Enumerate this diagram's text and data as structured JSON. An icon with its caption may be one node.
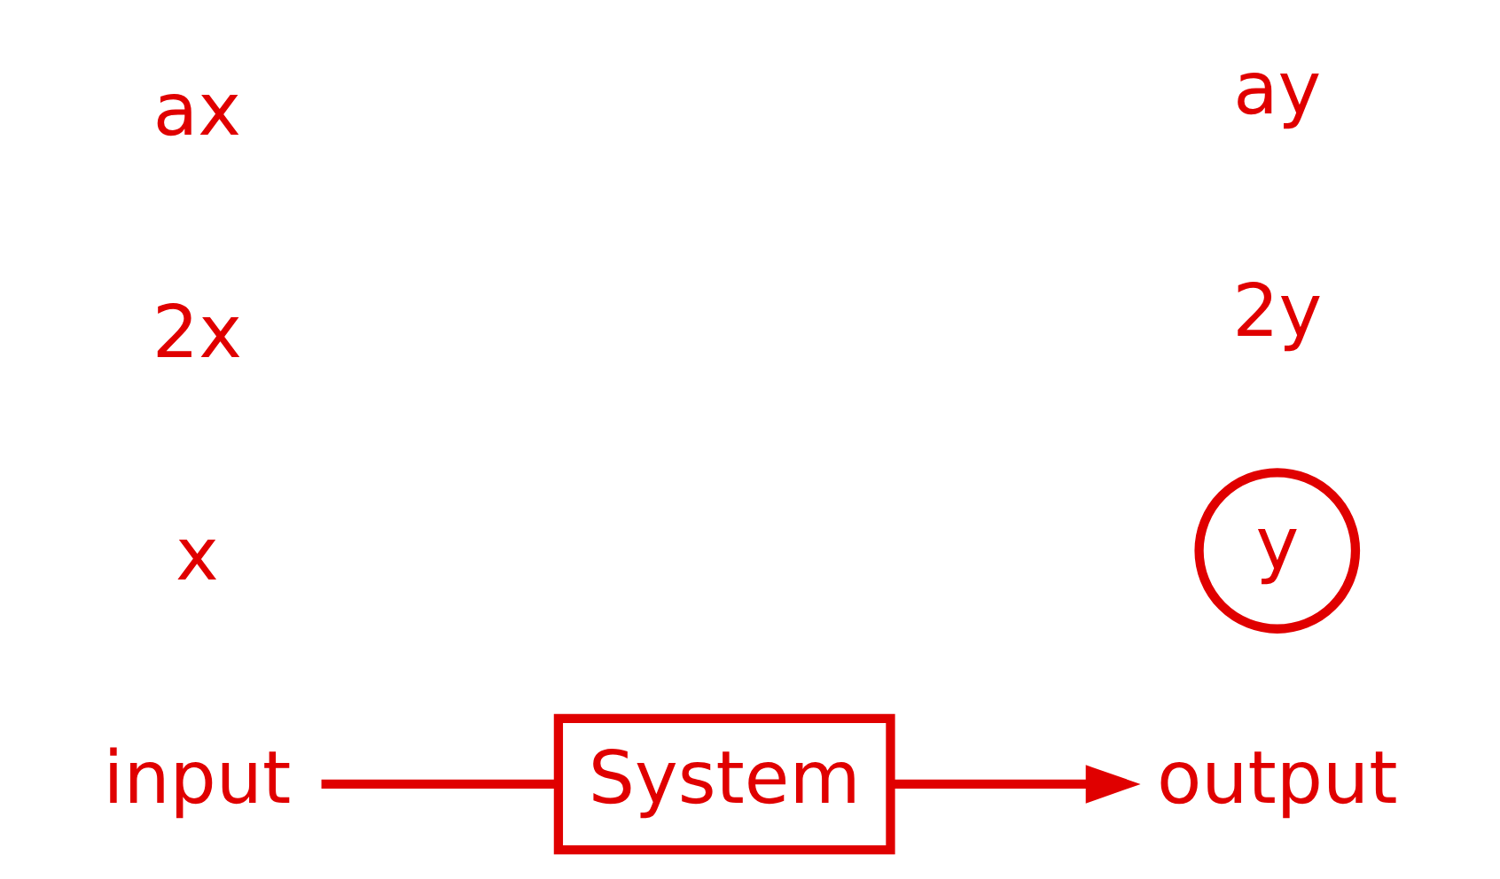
{
  "diagram": {
    "nodes": [
      {
        "text": [
          "input"
        ]
      },
      {
        "text": [
          "System"
        ]
      },
      {
        "text": [
          "output"
        ]
      },
      {
        "text": [
          "y"
        ]
      }
    ],
    "edges": [
      {
        "from": 0,
        "to": 1,
        "arrow": "none"
      },
      {
        "from": 1,
        "to": 2,
        "arrow": "to"
      }
    ],
    "labels": [
      "x",
      "2x",
      "ax",
      "2y",
      "ay"
    ]
  }
}
